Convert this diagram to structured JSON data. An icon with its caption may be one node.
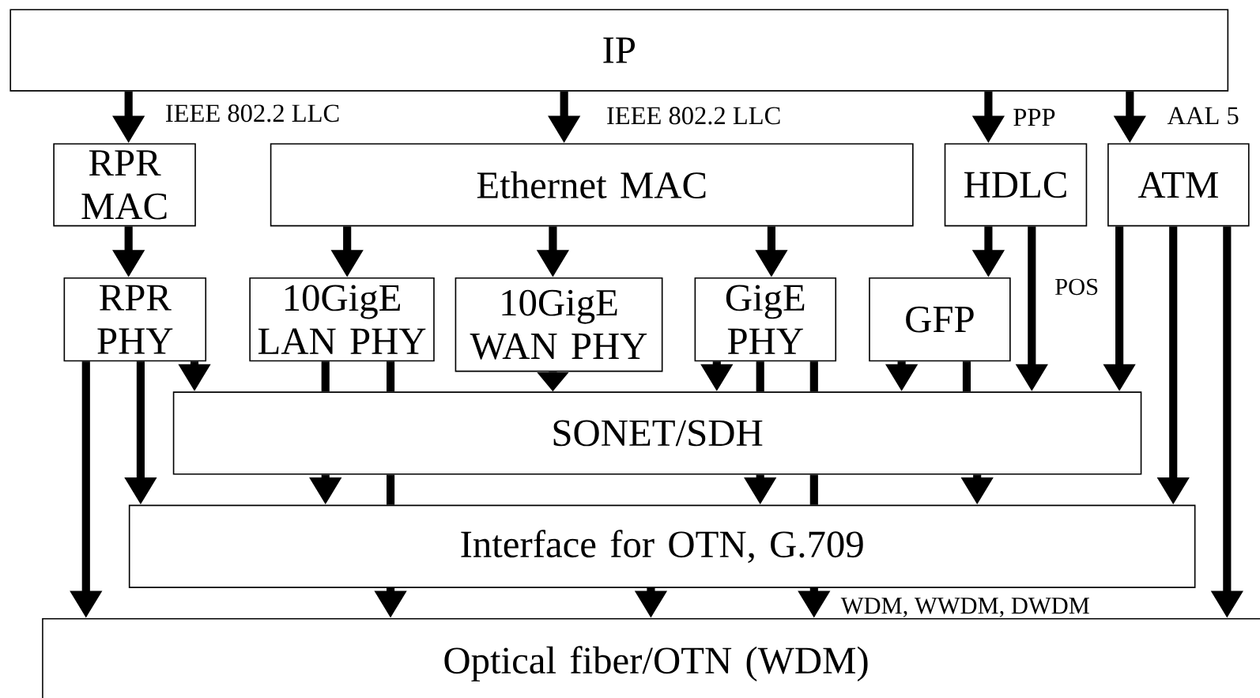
{
  "diagram": {
    "nodes": [
      {
        "text": [
          "IP"
        ]
      },
      {
        "text": [
          "RPR MAC"
        ]
      },
      {
        "text": [
          "Ethernet MAC"
        ]
      },
      {
        "text": [
          "HDLC"
        ]
      },
      {
        "text": [
          "ATM"
        ]
      },
      {
        "text": [
          "RPR PHY"
        ]
      },
      {
        "text": [
          "10GigE LAN PHY"
        ]
      },
      {
        "text": [
          "10GigE WAN PHY"
        ]
      },
      {
        "text": [
          "GigE PHY"
        ]
      },
      {
        "text": [
          "GFP"
        ]
      },
      {
        "text": [
          "SONET/SDH"
        ]
      },
      {
        "text": [
          "Interface for OTN, G.709"
        ]
      },
      {
        "text": [
          "Optical fiber/OTN (WDM)"
        ]
      }
    ],
    "edges": [
      {
        "from": 0,
        "to": 1,
        "arrow": "to",
        "label": "IEEE 802.2 LLC"
      },
      {
        "from": 0,
        "to": 2,
        "arrow": "to",
        "label": "IEEE 802.2 LLC"
      },
      {
        "from": 0,
        "to": 3,
        "arrow": "to",
        "label": "PPP"
      },
      {
        "from": 0,
        "to": 4,
        "arrow": "to",
        "label": "AAL 5"
      },
      {
        "from": 1,
        "to": 5,
        "arrow": "to"
      },
      {
        "from": 2,
        "to": 6,
        "arrow": "to"
      },
      {
        "from": 2,
        "to": 7,
        "arrow": "to"
      },
      {
        "from": 2,
        "to": 8,
        "arrow": "to"
      },
      {
        "from": 3,
        "to": 9,
        "arrow": "to"
      },
      {
        "from": 3,
        "to": 10,
        "arrow": "to",
        "label": "POS"
      },
      {
        "from": 4,
        "to": 10,
        "arrow": "to"
      },
      {
        "from": 4,
        "to": 11,
        "arrow": "to"
      },
      {
        "from": 4,
        "to": 12,
        "arrow": "to"
      },
      {
        "from": 5,
        "to": 12,
        "arrow": "to"
      },
      {
        "from": 5,
        "to": 11,
        "arrow": "to"
      },
      {
        "from": 5,
        "to": 10,
        "arrow": "to"
      },
      {
        "from": 6,
        "to": 10,
        "arrow": "none"
      },
      {
        "from": 6,
        "to": 10,
        "arrow": "none"
      },
      {
        "from": 7,
        "to": 10,
        "arrow": "to"
      },
      {
        "from": 8,
        "to": 10,
        "arrow": "to"
      },
      {
        "from": 8,
        "to": 10,
        "arrow": "none"
      },
      {
        "from": 8,
        "to": 10,
        "arrow": "none"
      },
      {
        "from": 9,
        "to": 10,
        "arrow": "to"
      },
      {
        "from": 9,
        "to": 10,
        "arrow": "none"
      },
      {
        "from": 10,
        "to": 11,
        "arrow": "to"
      },
      {
        "from": 10,
        "to": 11,
        "arrow": "none"
      },
      {
        "from": 10,
        "to": 11,
        "arrow": "to"
      },
      {
        "from": 10,
        "to": 11,
        "arrow": "none"
      },
      {
        "from": 10,
        "to": 11,
        "arrow": "to"
      },
      {
        "from": 11,
        "to": 12,
        "arrow": "to"
      },
      {
        "from": 11,
        "to": 12,
        "arrow": "to"
      },
      {
        "from": 11,
        "to": 12,
        "arrow": "to"
      }
    ],
    "labels": [
      "WDM, WWDM, DWDM"
    ]
  }
}
